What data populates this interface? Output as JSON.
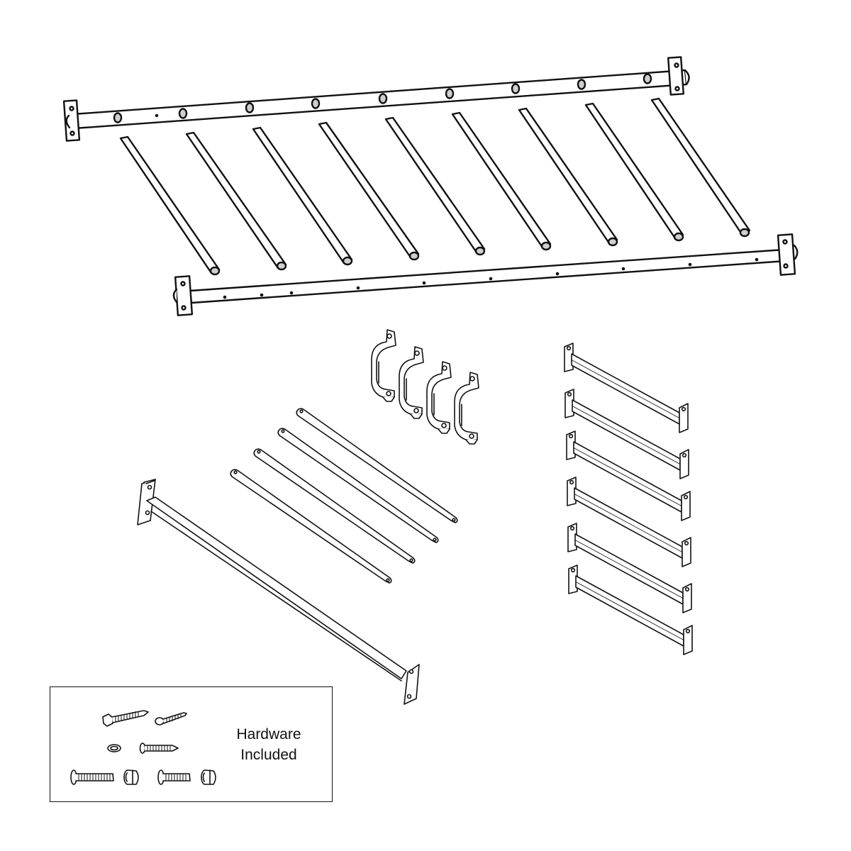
{
  "diagram": {
    "subject": "Monkey bar kit parts",
    "background": "#ffffff",
    "line_color": "#111111",
    "parts": [
      {
        "id": "top-side-rail",
        "label": "Side rail with rung holes",
        "count": 1
      },
      {
        "id": "ladder-rungs",
        "label": "Rungs",
        "count": 9
      },
      {
        "id": "bottom-side-rail",
        "label": "Side rail with pilot holes",
        "count": 1
      },
      {
        "id": "grab-handles",
        "label": "Grab handles",
        "count": 4
      },
      {
        "id": "flat-braces",
        "label": "Flat braces",
        "count": 4
      },
      {
        "id": "wall-brackets",
        "label": "Mounting brackets",
        "count": 6
      },
      {
        "id": "long-bracket-bar",
        "label": "Long mounting bar",
        "count": 1
      }
    ]
  },
  "hardware": {
    "label_line1": "Hardware",
    "label_line2": "Included",
    "items": [
      "hex lag screw",
      "pan head screw",
      "washer",
      "wood screw",
      "carriage bolt",
      "barrel nut",
      "short bolt",
      "barrel nut"
    ]
  }
}
